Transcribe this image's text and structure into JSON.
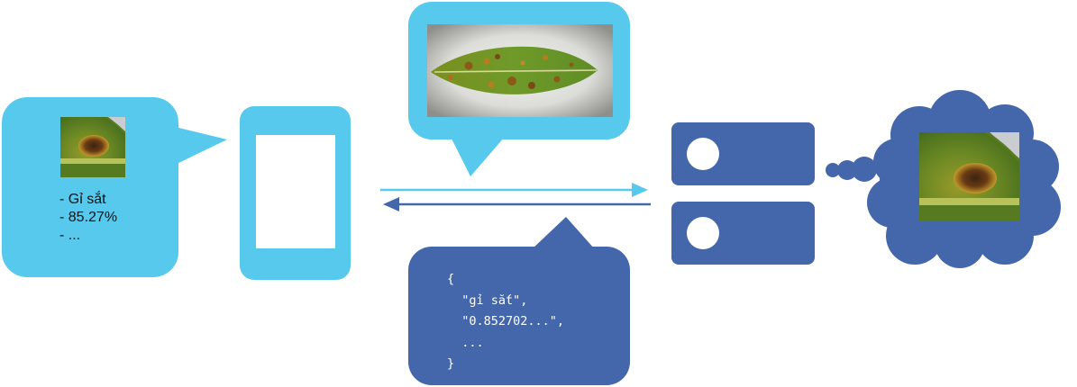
{
  "colors": {
    "light_blue": "#57c9ec",
    "dark_blue": "#4466aa",
    "white": "#ffffff",
    "text_dark": "#111111"
  },
  "icons": {
    "phone": "smartphone-icon",
    "server": "server-icon",
    "thought": "thought-cloud-icon",
    "leaf": "leaf-photo",
    "leaf_crop": "leaf-closeup-photo"
  },
  "phone_result": {
    "lines": [
      "- Gỉ sắt",
      "- 85.27%",
      "- ..."
    ]
  },
  "json_response": {
    "lines": [
      "{",
      "  \"gỉ sắt\",",
      "  \"0.852702...\",",
      "  ...",
      "}"
    ]
  }
}
